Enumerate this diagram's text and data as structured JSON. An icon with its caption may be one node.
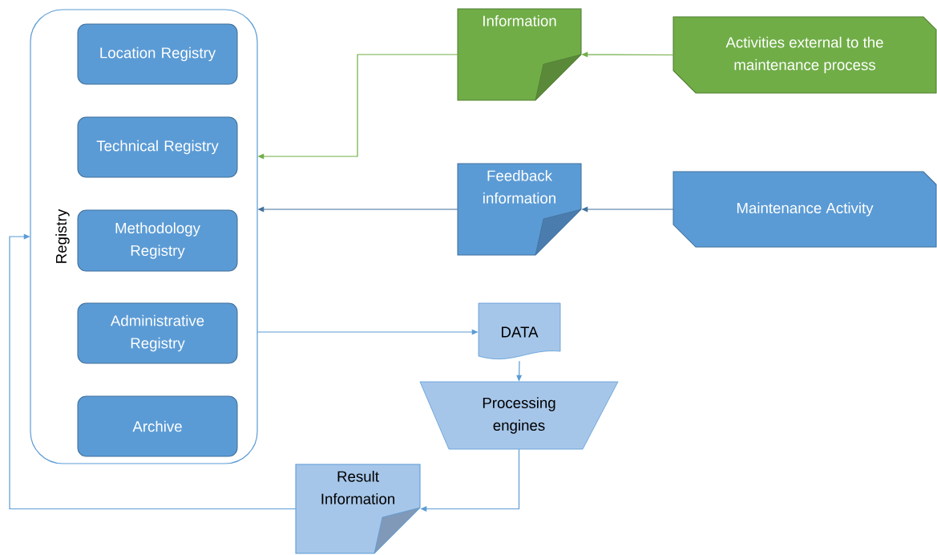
{
  "diagram": {
    "nodes": [
      {
        "text": [
          "Registry"
        ]
      },
      {
        "text": [
          "Location Registry"
        ],
        "in": 0
      },
      {
        "text": [
          "Technical Registry"
        ],
        "in": 0
      },
      {
        "text": [
          "Methodology Registry"
        ],
        "in": 0
      },
      {
        "text": [
          "Administrative Registry"
        ],
        "in": 0
      },
      {
        "text": [
          "Archive"
        ],
        "in": 0
      },
      {
        "text": [
          "Information"
        ]
      },
      {
        "text": [
          "Activities external to the maintenance process"
        ]
      },
      {
        "text": [
          "Feedback information"
        ]
      },
      {
        "text": [
          "Maintenance Activity"
        ]
      },
      {
        "text": [
          "DATA"
        ]
      },
      {
        "text": [
          "Processing engines"
        ]
      },
      {
        "text": [
          "Result Information"
        ]
      }
    ],
    "edges": [
      {
        "from": 7,
        "to": 6,
        "arrow": "to",
        "color": "#70ad47"
      },
      {
        "from": 6,
        "to": 0,
        "arrow": "to",
        "color": "#70ad47"
      },
      {
        "from": 9,
        "to": 8,
        "arrow": "to",
        "color": "#41719c"
      },
      {
        "from": 8,
        "to": 0,
        "arrow": "to",
        "color": "#41719c"
      },
      {
        "from": 0,
        "to": 10,
        "arrow": "to"
      },
      {
        "from": 10,
        "to": 11,
        "arrow": "to"
      },
      {
        "from": 11,
        "to": 12,
        "arrow": "to"
      },
      {
        "from": 12,
        "to": 0,
        "arrow": "to"
      }
    ]
  }
}
